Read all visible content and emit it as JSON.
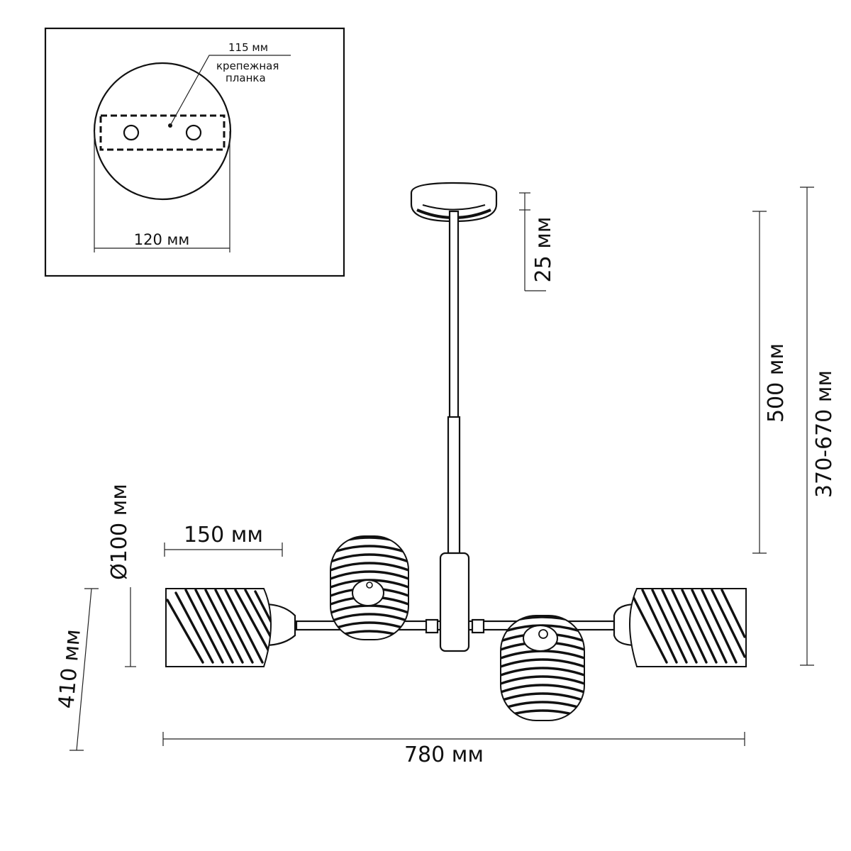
{
  "inset": {
    "plate_label": "115 мм",
    "plate_note_line1": "крепежная",
    "plate_note_line2": "планка",
    "canopy_width": "120 мм"
  },
  "dimensions": {
    "canopy_height": "25 мм",
    "rod_length": "500 мм",
    "total_height": "370-670 мм",
    "shade_diameter": "Ø100 мм",
    "shade_length": "150 мм",
    "side_height": "410 мм",
    "total_width": "780 мм"
  },
  "colors": {
    "line": "#111111",
    "background": "#ffffff"
  }
}
